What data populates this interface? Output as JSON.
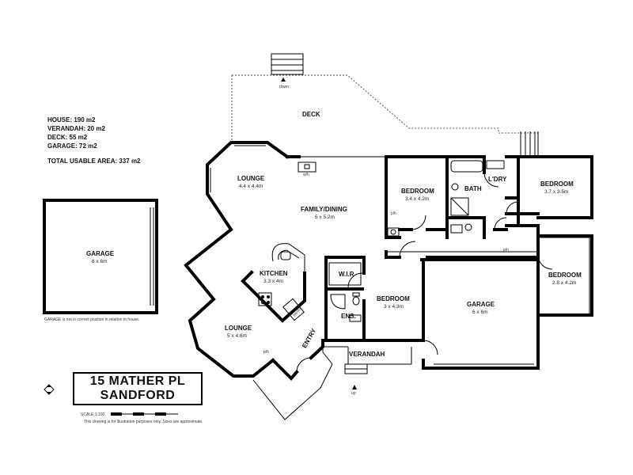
{
  "areas": {
    "house": "HOUSE: 190 m2",
    "verandah": "VERANDAH: 20 m2",
    "deck": "DECK: 55 m2",
    "garage": "GARAGE: 72 m2",
    "total": "TOTAL USABLE AREA: 337 m2"
  },
  "address": {
    "line1": "15 MATHER PL",
    "line2": "SANDFORD"
  },
  "rooms": {
    "deck": {
      "name": "DECK"
    },
    "lounge_top": {
      "name": "LOUNGE",
      "size": "4.4 x 4.4m"
    },
    "family": {
      "name": "FAMILY/DINING",
      "size": "5 x 5.2m"
    },
    "kitchen": {
      "name": "KITCHEN",
      "size": "3.3 x 4m"
    },
    "lounge_bottom": {
      "name": "LOUNGE",
      "size": "5 x 4.6m"
    },
    "bed_mid": {
      "name": "BEDROOM",
      "size": "3.4 x 4.2m"
    },
    "bath": {
      "name": "BATH"
    },
    "ldry": {
      "name": "L'DRY"
    },
    "bed_right": {
      "name": "BEDROOM",
      "size": "3.7 x 3.5m"
    },
    "bed_far": {
      "name": "BEDROOM",
      "size": "2.8 x 4.2m"
    },
    "wir": {
      "name": "W.I.R"
    },
    "ens": {
      "name": "ENS."
    },
    "bed_low": {
      "name": "BEDROOM",
      "size": "3 x 4.3m"
    },
    "garage_attached": {
      "name": "GARAGE",
      "size": "6 x 6m"
    },
    "garage_detached": {
      "name": "GARAGE",
      "size": "6 x 6m"
    },
    "verandah": {
      "name": "VERANDAH"
    },
    "entry": {
      "name": "ENTRY"
    }
  },
  "marks": {
    "down": "down",
    "up": "up",
    "ph1": "p/h",
    "ph2": "p/h",
    "ph3": "p/h",
    "wh": "w/h",
    "pantry": "pantry",
    "garage_note": "GARAGE is not in correct position in relation to house.",
    "scale": "SCALE 1:100",
    "disclaimer": "This drawing is for illustration purposes only. Sizes are approximate."
  }
}
